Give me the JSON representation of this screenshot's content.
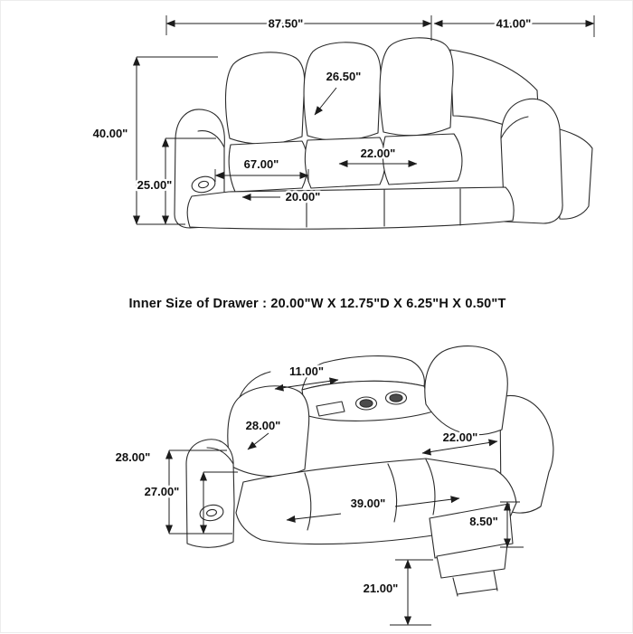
{
  "page": {
    "background": "#ffffff",
    "line_color": "#1c1c1c"
  },
  "note": {
    "drawer": "Inner Size of Drawer : 20.00\"W X 12.75\"D X 6.25\"H X 0.50\"T"
  },
  "sofa_top": {
    "width": "87.50\"",
    "depth": "41.00\"",
    "back_height": "26.50\"",
    "height": "40.00\"",
    "arm_height": "25.00\"",
    "inner_width": "67.00\"",
    "seat_width": "22.00\"",
    "seat_depth": "20.00\""
  },
  "sofa_bottom": {
    "table_depth": "11.00\"",
    "back_width": "28.00\"",
    "seat_width": "22.00\"",
    "height": "28.00\"",
    "arm_height": "27.00\"",
    "recline_length": "39.00\"",
    "footrest_height": "8.50\"",
    "clearance": "21.00\""
  }
}
